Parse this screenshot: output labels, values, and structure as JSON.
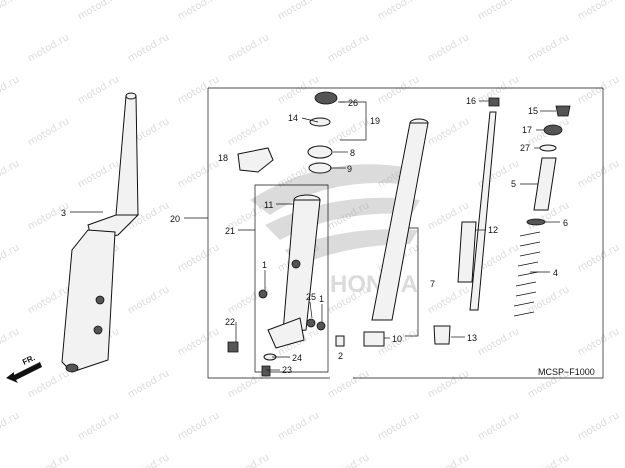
{
  "watermark": "motod.ru",
  "diagram_code": "MCSP−F1000",
  "front_arrow_label": "FR.",
  "part_labels": {
    "p1a": "1",
    "p1b": "1",
    "p2": "2",
    "p3": "3",
    "p4": "4",
    "p5": "5",
    "p6": "6",
    "p7": "7",
    "p8": "8",
    "p9": "9",
    "p10": "10",
    "p11": "11",
    "p12": "12",
    "p13": "13",
    "p14": "14",
    "p15": "15",
    "p16": "16",
    "p17": "17",
    "p18": "18",
    "p19": "19",
    "p20": "20",
    "p21": "21",
    "p22": "22",
    "p23": "23",
    "p24": "24",
    "p25": "25",
    "p26": "26",
    "p27": "27"
  },
  "colors": {
    "line": "#111111",
    "part_fill": "#f2f2f2",
    "watermark": "#bfbfbf"
  }
}
